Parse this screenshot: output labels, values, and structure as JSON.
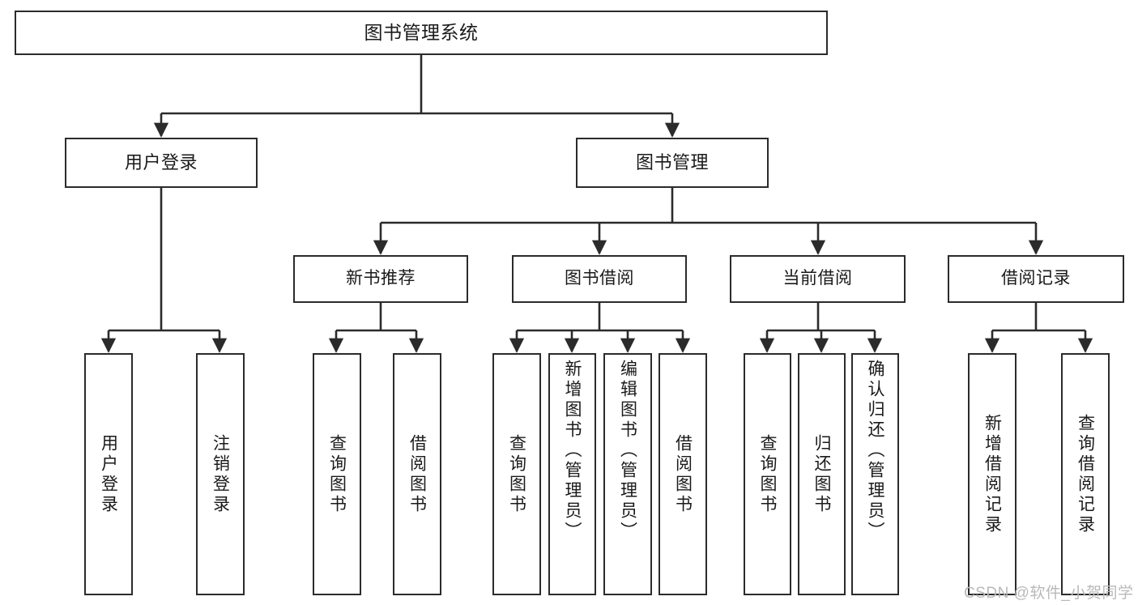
{
  "diagram": {
    "type": "tree",
    "title": "图书管理系统",
    "watermark": "CSDN @软件_小贺同学",
    "colors": {
      "stroke": "#2b2b2b",
      "fill": "#ffffff",
      "text": "#1a1a1a",
      "watermark": "#b9b9b9"
    },
    "nodes": {
      "root": {
        "label": "图书管理系统",
        "level": 1
      },
      "user_login": {
        "label": "用户登录",
        "level": 2
      },
      "book_manage": {
        "label": "图书管理",
        "level": 2
      },
      "new_book_rec": {
        "label": "新书推荐",
        "level": 3
      },
      "book_borrow": {
        "label": "图书借阅",
        "level": 3
      },
      "current_borrow": {
        "label": "当前借阅",
        "level": 3
      },
      "borrow_record": {
        "label": "借阅记录",
        "level": 3
      },
      "leaf_user_login": {
        "label": "用户登录",
        "level": 4
      },
      "leaf_logout": {
        "label": "注销登录",
        "level": 4
      },
      "leaf_query_book_1": {
        "label": "查询图书",
        "level": 4
      },
      "leaf_borrow_book_1": {
        "label": "借阅图书",
        "level": 4
      },
      "leaf_query_book_2": {
        "label": "查询图书",
        "level": 4
      },
      "leaf_add_book": {
        "label": "新增图书（管理员）",
        "level": 4
      },
      "leaf_edit_book": {
        "label": "编辑图书（管理员）",
        "level": 4
      },
      "leaf_borrow_book_2": {
        "label": "借阅图书",
        "level": 4
      },
      "leaf_query_book_3": {
        "label": "查询图书",
        "level": 4
      },
      "leaf_return_book": {
        "label": "归还图书",
        "level": 4
      },
      "leaf_confirm_return": {
        "label": "确认归还（管理员）",
        "level": 4
      },
      "leaf_add_record": {
        "label": "新增借阅记录",
        "level": 4
      },
      "leaf_query_record": {
        "label": "查询借阅记录",
        "level": 4
      }
    },
    "edges": [
      {
        "from": "root",
        "to": "user_login"
      },
      {
        "from": "root",
        "to": "book_manage"
      },
      {
        "from": "user_login",
        "to": "leaf_user_login"
      },
      {
        "from": "user_login",
        "to": "leaf_logout"
      },
      {
        "from": "book_manage",
        "to": "new_book_rec"
      },
      {
        "from": "book_manage",
        "to": "book_borrow"
      },
      {
        "from": "book_manage",
        "to": "current_borrow"
      },
      {
        "from": "book_manage",
        "to": "borrow_record"
      },
      {
        "from": "new_book_rec",
        "to": "leaf_query_book_1"
      },
      {
        "from": "new_book_rec",
        "to": "leaf_borrow_book_1"
      },
      {
        "from": "book_borrow",
        "to": "leaf_query_book_2"
      },
      {
        "from": "book_borrow",
        "to": "leaf_add_book"
      },
      {
        "from": "book_borrow",
        "to": "leaf_edit_book"
      },
      {
        "from": "book_borrow",
        "to": "leaf_borrow_book_2"
      },
      {
        "from": "current_borrow",
        "to": "leaf_query_book_3"
      },
      {
        "from": "current_borrow",
        "to": "leaf_return_book"
      },
      {
        "from": "current_borrow",
        "to": "leaf_confirm_return"
      },
      {
        "from": "borrow_record",
        "to": "leaf_add_record"
      },
      {
        "from": "borrow_record",
        "to": "leaf_query_record"
      }
    ]
  }
}
